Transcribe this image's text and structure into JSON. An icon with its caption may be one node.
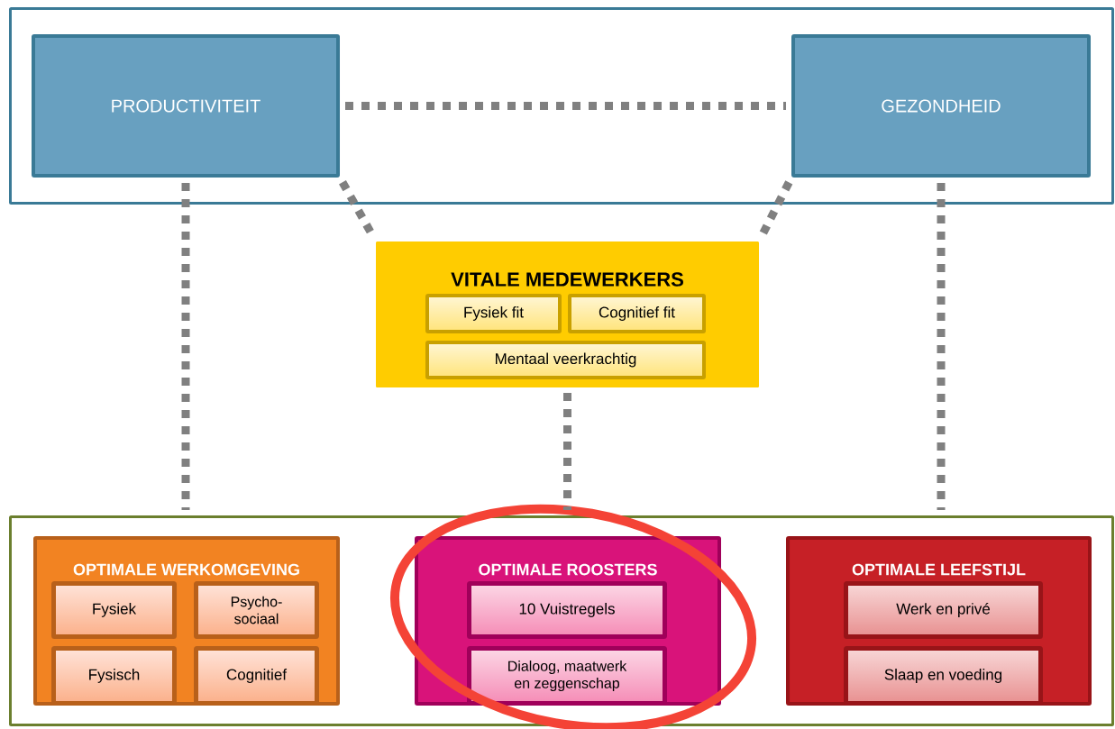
{
  "diagram": {
    "nodes": [
      {
        "text": [],
        "shape": "box"
      },
      {
        "text": [
          "PRODUCTIVITEIT"
        ],
        "in": 0
      },
      {
        "text": [
          "GEZONDHEID"
        ],
        "in": 0
      },
      {
        "text": [
          "VITALE MEDEWERKERS"
        ]
      },
      {
        "text": [
          "Fysiek fit"
        ],
        "in": 3
      },
      {
        "text": [
          "Cognitief fit"
        ],
        "in": 3
      },
      {
        "text": [
          "Mentaal veerkrachtig"
        ],
        "in": 3
      },
      {
        "text": [],
        "shape": "box"
      },
      {
        "text": [
          "OPTIMALE WERKOMGEVING"
        ],
        "in": 7
      },
      {
        "text": [
          "Fysiek"
        ],
        "in": 8
      },
      {
        "text": [
          "Psycho- sociaal"
        ],
        "in": 8
      },
      {
        "text": [
          "Fysisch"
        ],
        "in": 8
      },
      {
        "text": [
          "Cognitief"
        ],
        "in": 8
      },
      {
        "text": [
          "OPTIMALE ROOSTERS"
        ],
        "in": 7
      },
      {
        "text": [
          "10 Vuistregels"
        ],
        "in": 13
      },
      {
        "text": [
          "Dialoog, maatwerk en zeggenschap"
        ],
        "in": 13
      },
      {
        "text": [
          "OPTIMALE LEEFSTIJL"
        ],
        "in": 7
      },
      {
        "text": [
          "Werk en privé"
        ],
        "in": 16
      },
      {
        "text": [
          "Slaap en voeding"
        ],
        "in": 16
      }
    ],
    "edges": [
      {
        "from": 1,
        "to": 2,
        "arrow": "none",
        "style": "dashed"
      },
      {
        "from": 1,
        "to": 3,
        "arrow": "none",
        "style": "dashed"
      },
      {
        "from": 2,
        "to": 3,
        "arrow": "none",
        "style": "dashed"
      },
      {
        "from": 1,
        "to": 7,
        "arrow": "none",
        "style": "dashed"
      },
      {
        "from": 3,
        "to": 7,
        "arrow": "none",
        "style": "dashed"
      },
      {
        "from": 2,
        "to": 7,
        "arrow": "none",
        "style": "dashed"
      }
    ]
  }
}
